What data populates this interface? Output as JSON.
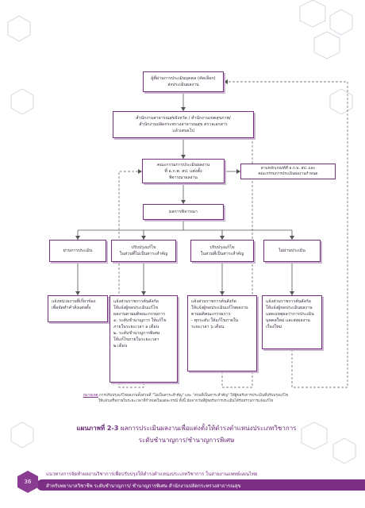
{
  "flow": {
    "box1": "ผู้ที่ผ่านการประเมินบุคคล (คัดเลือก)\nส่งประเมินผลงาน",
    "box2": "สำนักงานสาธารณสุขจังหวัด / สำนักงานเขตสุขภาพ/\nสำนักงานปลัดกระทรวงสาธารณสุข ตรวจเอกสาร\nแล้วเสนอไป",
    "box3": "คณะกรรมการประเมินผลงาน\nที่ อ.ก.พ. สป. แต่งตั้ง\nพิจารณาผลงาน",
    "box3_side": "ตามหลักเกณฑ์ที่ อ.ก.พ. สป. และ\nคณะกรรมการประเมินผลงานกำหนด",
    "box4": "ผลการพิจารณา",
    "result_1": "ผ่านการประเมิน",
    "result_2": "ปรับปรุงแก้ไข\nในส่วนที่ไม่เป็นสาระสำคัญ",
    "result_3": "ปรับปรุงแก้ไข\nในส่วนที่เป็นสาระสำคัญ",
    "result_4": "ไม่ผ่านประเมิน",
    "detail_1": "แจ้งหน่วยงานที่เกี่ยวข้อง\nเพื่อจัดทำคำสั่งแต่งตั้ง",
    "detail_2": "แจ้งส่วนราชการต้นสังกัด\nให้แจ้งผู้ขอประเมินแก้ไข\nผลงานตามมติคณะกรรมการ\n๑. ระดับชำนาญการ ให้แก้ไข\nภายในระยะเวลา ๑ เดือน\n๒. ระดับชำนาญการพิเศษ\nให้แก้ไขภายในระยะเวลา\n๒ เดือน",
    "detail_3": "แจ้งส่วนราชการต้นสังกัด\nให้แจ้งผู้ขอประเมินแก้ไขผลงาน\nตามมติคณะกรรมการ\n- ทุกระดับ ให้แก้ไขภายใน\nระยะเวลา ๖ เดือน",
    "detail_4": "แจ้งส่วนราชการต้นสังกัด\nให้แจ้งผู้ขอประเมินผลงาน\nแสดงเหตุผลว่าการประเมิน\nบุคคลใหม่ และส่งผลงาน\nเรื่องใหม่"
  },
  "note": {
    "label": "หมายเหตุ",
    "line1": " การปรับปรุงแก้ไขผลงานทั้งส่วนที่ \"ไม่เป็นสาระสำคัญ\" และ \"ส่วนที่เป็นสาระสำคัญ\" ให้ผู้ขอรับการประเมินที่ปรับปรุงแก้ไข",
    "line2": "ให้แล้วเสร็จภายในระยะเวลาที่กำหนดในแต่ละกรณี ทั้งนี้ นับจากวันที่ผู้ขอรับการประเมินได้รับทราบการแจ้งแก้ไข"
  },
  "caption": {
    "label": "แผนภาพที่ 2-3",
    "title": " ผลการประเมินผลงานเพื่อแต่งตั้งให้ดำรงตำแหน่งประเภทวิชาการ",
    "subtitle": "ระดับชำนาญการ/ชำนาญการพิเศษ"
  },
  "footer": {
    "page_number": "36",
    "line1": "แนวทางการจัดทำผลงานวิชาการเพื่อปรับปรุงให้ดำรงตำแหน่งประเภทวิชาการ ในสายงานแพทย์แผนไทย",
    "line2": "สำหรับพยาบาลวิชาชีพ ระดับชำนาญการ/ ชำนาญการพิเศษ สำนักงานปลัดกระทรวงสาธารณสุข"
  },
  "colors": {
    "accent": "#7a2e84",
    "hex_outline": "#d9cfe0"
  }
}
